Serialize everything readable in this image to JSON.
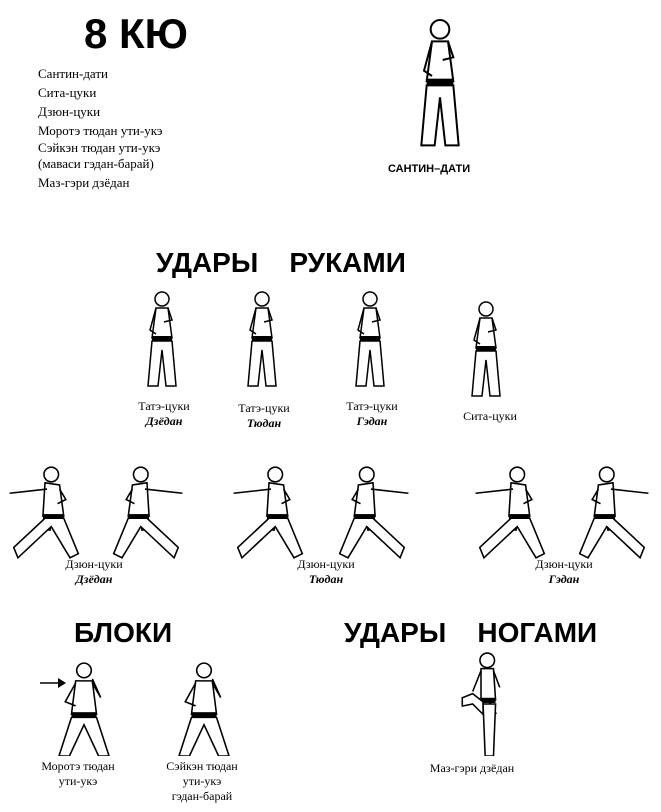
{
  "header": {
    "rank": "8 КЮ",
    "items": [
      "Сантин-дати",
      "Сита-цуки",
      "Дзюн-цуки",
      "Моротэ тюдан ути-укэ",
      "Сэйкэн тюдан ути-укэ",
      "(маваси гэдан-барай)",
      "Маз-гэри дзёдан"
    ],
    "stance_caption": "САНТИН–ДАТИ"
  },
  "sections": {
    "hand_strikes": "УДАРЫ    РУКАМИ",
    "blocks": "БЛОКИ",
    "kicks": "УДАРЫ    НОГАМИ"
  },
  "hand_row1": [
    {
      "name": "Татэ-цуки",
      "level": "Дзёдан"
    },
    {
      "name": "Татэ-цуки",
      "level": "Тюдан"
    },
    {
      "name": "Татэ-цуки",
      "level": "Гэдан"
    },
    {
      "name": "Сита-цуки",
      "level": ""
    }
  ],
  "hand_row2": [
    {
      "name": "Дзюн-цуки",
      "level": "Дзёдан"
    },
    {
      "name": "Дзюн-цуки",
      "level": "Тюдан"
    },
    {
      "name": "Дзюн-цуки",
      "level": "Гэдан"
    }
  ],
  "blocks": [
    {
      "line1": "Моротэ тюдан",
      "line2": "ути-укэ",
      "line3": ""
    },
    {
      "line1": "Сэйкэн тюдан",
      "line2": "ути-укэ",
      "line3": "гэдан-барай"
    }
  ],
  "kick": {
    "caption": "Маз-гэри дзёдан"
  }
}
